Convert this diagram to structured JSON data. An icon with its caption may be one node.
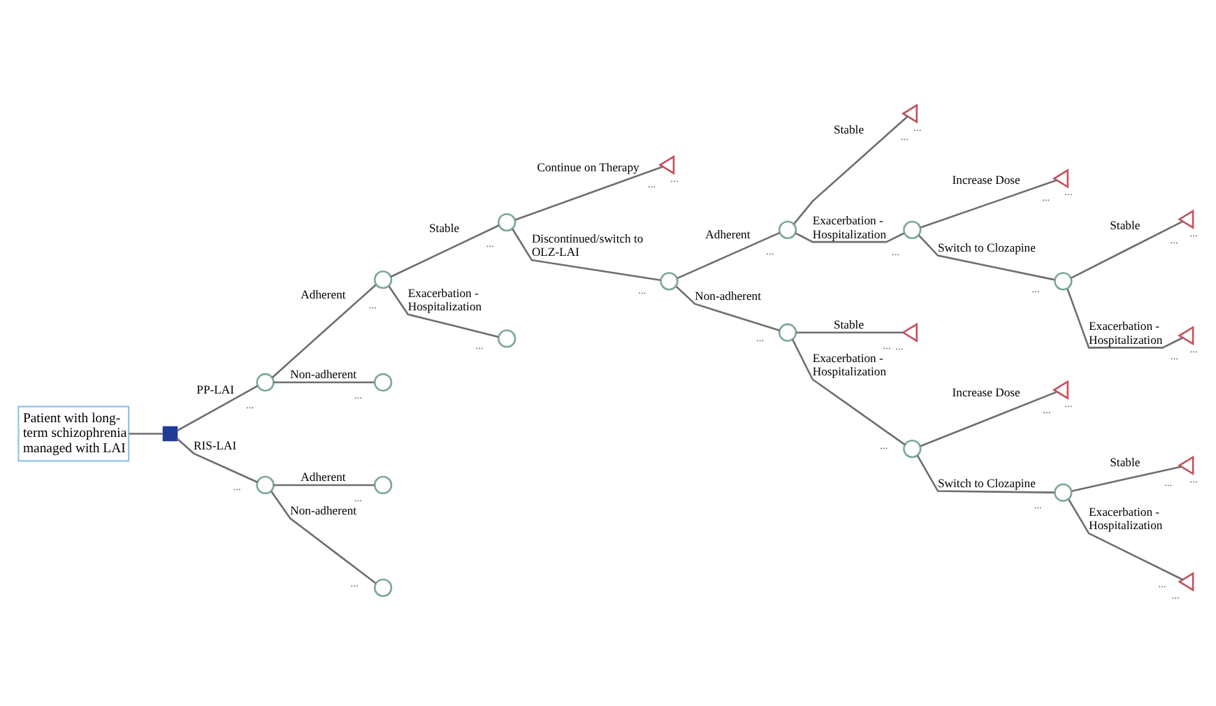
{
  "diagram": {
    "nodes": [
      {
        "text": [
          "Patient with long-term schizophrenia managed with LAI"
        ]
      },
      {
        "text": [],
        "shape": "box"
      },
      {
        "text": [],
        "shape": "circle",
        "beside": [
          "..."
        ]
      },
      {
        "text": [],
        "shape": "circle",
        "beside": [
          "..."
        ]
      },
      {
        "text": [],
        "shape": "circle",
        "beside": [
          "..."
        ]
      },
      {
        "text": [],
        "shape": "circle",
        "beside": [
          "..."
        ]
      },
      {
        "text": [],
        "shape": "circle",
        "beside": [
          "..."
        ]
      },
      {
        "text": [],
        "shape": "circle",
        "beside": [
          "..."
        ]
      },
      {
        "text": [],
        "shape": "circle",
        "beside": [
          "..."
        ]
      },
      {
        "text": [],
        "shape": "circle",
        "beside": [
          "..."
        ]
      },
      {
        "text": [],
        "shape": "triangle",
        "beside": [
          "...",
          "..."
        ]
      },
      {
        "text": [],
        "shape": "circle",
        "beside": [
          "..."
        ]
      },
      {
        "text": [],
        "shape": "circle",
        "beside": [
          "..."
        ]
      },
      {
        "text": [],
        "shape": "circle",
        "beside": [
          "..."
        ]
      },
      {
        "text": [],
        "shape": "triangle",
        "beside": [
          "...",
          "..."
        ]
      },
      {
        "text": [],
        "shape": "circle",
        "beside": [
          "..."
        ]
      },
      {
        "text": [],
        "shape": "triangle",
        "beside": [
          "...",
          "..."
        ]
      },
      {
        "text": [],
        "shape": "circle",
        "beside": [
          "..."
        ]
      },
      {
        "text": [],
        "shape": "triangle",
        "beside": [
          "...",
          "..."
        ]
      },
      {
        "text": [],
        "shape": "circle",
        "beside": [
          "..."
        ]
      },
      {
        "text": [],
        "shape": "triangle",
        "beside": [
          "...",
          "..."
        ]
      },
      {
        "text": [],
        "shape": "circle",
        "beside": [
          "..."
        ]
      },
      {
        "text": [],
        "shape": "triangle",
        "beside": [
          "...",
          "..."
        ]
      },
      {
        "text": [],
        "shape": "triangle",
        "beside": [
          "...",
          "..."
        ]
      },
      {
        "text": [],
        "shape": "triangle",
        "beside": [
          "...",
          "..."
        ]
      },
      {
        "text": [],
        "shape": "triangle",
        "beside": [
          "...",
          "..."
        ]
      }
    ],
    "edges": [
      {
        "from": 0,
        "to": 1,
        "arrow": "none"
      },
      {
        "from": 1,
        "to": 2,
        "arrow": "none",
        "label": "PP-LAI"
      },
      {
        "from": 1,
        "to": 3,
        "arrow": "none",
        "label": "RIS-LAI"
      },
      {
        "from": 2,
        "to": 4,
        "arrow": "none",
        "label": "Adherent"
      },
      {
        "from": 2,
        "to": 5,
        "arrow": "none",
        "label": "Non-adherent"
      },
      {
        "from": 3,
        "to": 6,
        "arrow": "none",
        "label": "Adherent"
      },
      {
        "from": 3,
        "to": 7,
        "arrow": "none",
        "label": "Non-adherent"
      },
      {
        "from": 4,
        "to": 8,
        "arrow": "none",
        "label": "Stable"
      },
      {
        "from": 4,
        "to": 9,
        "arrow": "none",
        "label": "Exacerbation - Hospitalization"
      },
      {
        "from": 8,
        "to": 10,
        "arrow": "none",
        "label": "Continue on Therapy"
      },
      {
        "from": 8,
        "to": 11,
        "arrow": "none",
        "label": "Discontinued/switch to OLZ-LAI"
      },
      {
        "from": 11,
        "to": 12,
        "arrow": "none",
        "label": "Adherent"
      },
      {
        "from": 11,
        "to": 13,
        "arrow": "none",
        "label": "Non-adherent"
      },
      {
        "from": 12,
        "to": 14,
        "arrow": "none",
        "label": "Stable"
      },
      {
        "from": 12,
        "to": 15,
        "arrow": "none",
        "label": "Exacerbation - Hospitalization"
      },
      {
        "from": 13,
        "to": 16,
        "arrow": "none",
        "label": "Stable"
      },
      {
        "from": 13,
        "to": 17,
        "arrow": "none",
        "label": "Exacerbation - Hospitalization"
      },
      {
        "from": 15,
        "to": 18,
        "arrow": "none",
        "label": "Increase Dose"
      },
      {
        "from": 15,
        "to": 19,
        "arrow": "none",
        "label": "Switch to Clozapine"
      },
      {
        "from": 17,
        "to": 20,
        "arrow": "none",
        "label": "Increase Dose"
      },
      {
        "from": 17,
        "to": 21,
        "arrow": "none",
        "label": "Switch to Clozapine"
      },
      {
        "from": 19,
        "to": 22,
        "arrow": "none",
        "label": "Stable"
      },
      {
        "from": 19,
        "to": 23,
        "arrow": "none",
        "label": "Exacerbation - Hospitalization"
      },
      {
        "from": 21,
        "to": 24,
        "arrow": "none",
        "label": "Stable"
      },
      {
        "from": 21,
        "to": 25,
        "arrow": "none",
        "label": "Exacerbation - Hospitalization"
      }
    ]
  }
}
